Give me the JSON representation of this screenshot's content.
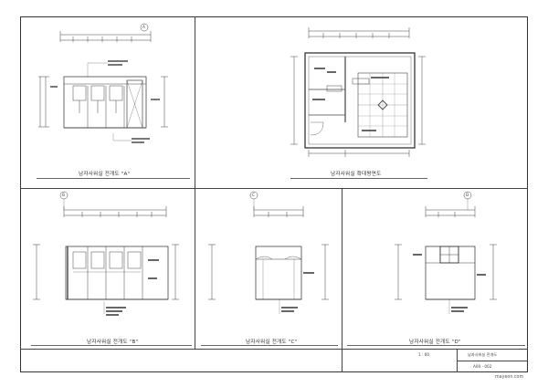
{
  "sheet": {
    "drawing_titles": {
      "a": "남자사워실 전개도 \"A\"",
      "plan": "남자사워실 확대평면도",
      "b": "남자사워실 전개도 \"B\"",
      "c": "남자사워실 전개도 \"C\"",
      "d": "남자사워실 전개도 \"D\""
    },
    "markers": {
      "a": "A",
      "b": "B",
      "c": "C",
      "d": "D"
    },
    "title_block": {
      "scale": "1 : 60",
      "sheet_name": "남자사워실 전개도",
      "sheet_no": "A00 - 002"
    },
    "watermark": "mayeon.com"
  }
}
